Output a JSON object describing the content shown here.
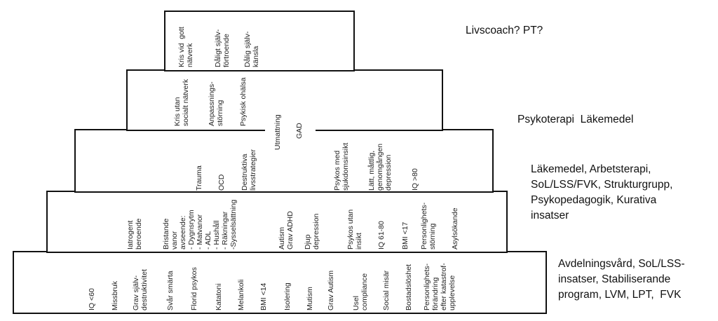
{
  "tiers": [
    {
      "id": "tier-1",
      "side_label": "Livscoach? PT?",
      "items": [
        "Kris vid  gott\nnätverk",
        "Dåligt själv-\nförtroende",
        "Dålig själv-\nkänsla"
      ]
    },
    {
      "id": "tier-2",
      "side_label": "Psykoterapi  Läkemedel",
      "items": [
        "Kris utan\nsocialt nätverk",
        "Anpassnings-\nstörning",
        "Psykisk ohälsa",
        "Utmattning",
        "GAD"
      ]
    },
    {
      "id": "tier-3",
      "side_label": "Läkemedel, Arbetsterapi,\nSoL/LSS/FVK, Strukturgrupp,\nPsykopedagogik, Kurativa\ninsatser",
      "items": [
        "Trauma",
        "OCD",
        "Destruktiva\nlivsstrategier",
        "Psykos med\nsjukdomsinsikt",
        "Lätt, måttlig,\ngenomgången\ndepression",
        "IQ >80"
      ]
    },
    {
      "id": "tier-4",
      "side_label": "",
      "items": [
        "Iatrogent\nberoende",
        "Bristande\nvanor\navseende:\n- Dygnsrytm\n- Matvanor\n- ADL\n- Hushåll\n- Räkningar\n-Sysselsättning",
        "Autism\nGrav ADHD",
        "Djup\ndepression",
        "Psykos utan\ninsikt",
        "IQ 61-80",
        "BMI <17",
        "Personlighets-\nstörning",
        "Asylsökande"
      ]
    },
    {
      "id": "tier-5",
      "side_label": "Avdelningsvård, SoL/LSS-\ninsatser, Stabiliserande\nprogram, LVM, LPT,  FVK",
      "items": [
        "IQ <60",
        "Missbruk",
        "Grav själv-\ndestruktivitet",
        "Svår smärta",
        "Florid psykos",
        "Katatoni",
        "Melankoli",
        "BMI <14",
        "Isolering",
        "Mutism",
        "Grav Autism",
        "Usel\ncompliance",
        "Social misär",
        "Bostadslöshet",
        "Personlighets-\nförändring\nefter katastrof-\nupplevelse"
      ]
    }
  ]
}
